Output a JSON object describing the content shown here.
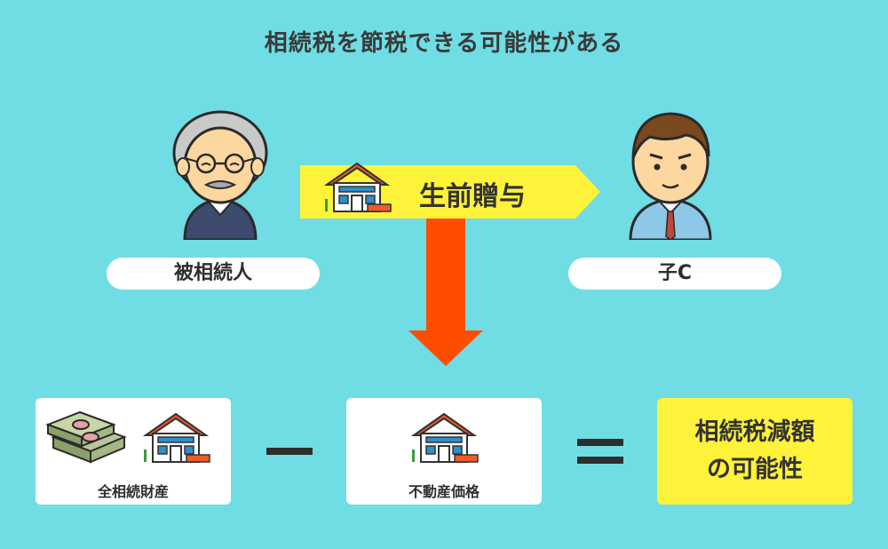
{
  "title": "相続税を節税できる可能性がある",
  "gift_label": "生前贈与",
  "left_person_label": "被相続人",
  "right_person_label": "子C",
  "asset_card_label": "全相続財産",
  "property_card_label": "不動産価格",
  "result_line1": "相続税減額",
  "result_line2": "の可能性",
  "colors": {
    "background": "#6fdde3",
    "gift_arrow": "#fff23a",
    "down_arrow": "#ff4d00",
    "result_box": "#fff23a"
  },
  "icons": [
    "old-man-icon",
    "young-man-icon",
    "house-icon",
    "money-stack-icon",
    "arrow-down-icon",
    "minus-sign",
    "equals-sign"
  ]
}
